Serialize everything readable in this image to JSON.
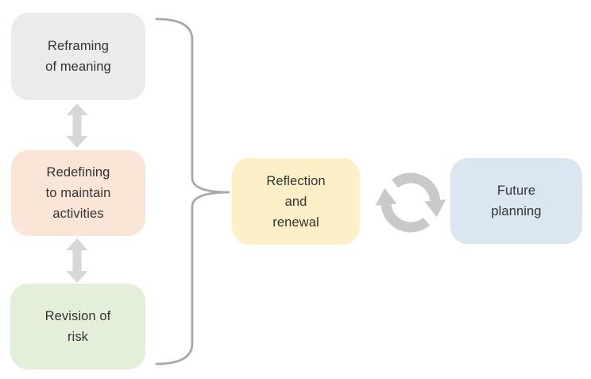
{
  "canvas": {
    "background": "#ffffff",
    "text_color": "#333333"
  },
  "boxes": {
    "reframing": {
      "label": "Reframing\nof meaning",
      "color": "#ebebeb"
    },
    "redefining": {
      "label": "Redefining\nto maintain\nactivities",
      "color": "#fbe5d6"
    },
    "revision": {
      "label": "Revision of\nrisk",
      "color": "#e4efda"
    },
    "reflection": {
      "label": "Reflection\nand\nrenewal",
      "color": "#fdf0c8"
    },
    "future": {
      "label": "Future\nplanning",
      "color": "#dae6f1"
    }
  },
  "connectors": {
    "double_arrow_top": {
      "type": "double-headed-vertical-arrow",
      "color": "#d7d7d7"
    },
    "double_arrow_bottom": {
      "type": "double-headed-vertical-arrow",
      "color": "#d7d7d7"
    },
    "brace": {
      "type": "right-curly-brace",
      "color": "#a8a8a8"
    },
    "cycle": {
      "type": "cycle-arrows",
      "color": "#c9c9c9"
    }
  }
}
